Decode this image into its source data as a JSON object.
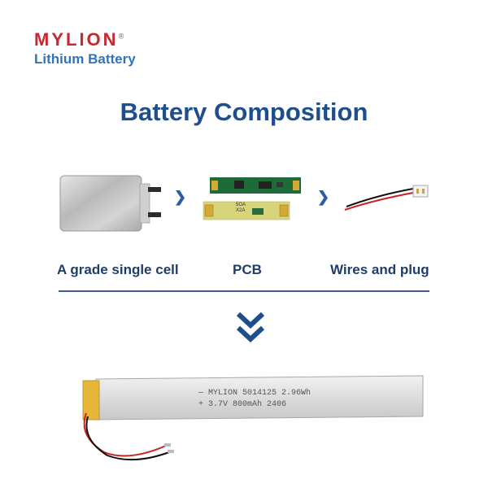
{
  "brand": {
    "logo_text": "MYLION",
    "registered_mark": "®",
    "tagline": "Lithium Battery"
  },
  "title": "Battery Composition",
  "components": [
    {
      "label": "A grade single cell",
      "icon": "pouch-cell-icon"
    },
    {
      "label": "PCB",
      "icon": "pcb-icon"
    },
    {
      "label": "Wires and plug",
      "icon": "wire-plug-icon"
    }
  ],
  "product": {
    "line1": "— MYLION 5014125 2.96Wh",
    "line2": "+ 3.7V 800mAh  2406"
  },
  "pcb_marks": [
    "5OA",
    "X2A"
  ],
  "colors": {
    "brand_red": "#c8282e",
    "brand_blue": "#2f74bd",
    "title_blue": "#1f4e8c",
    "arrow_blue": "#2a5c9e"
  }
}
